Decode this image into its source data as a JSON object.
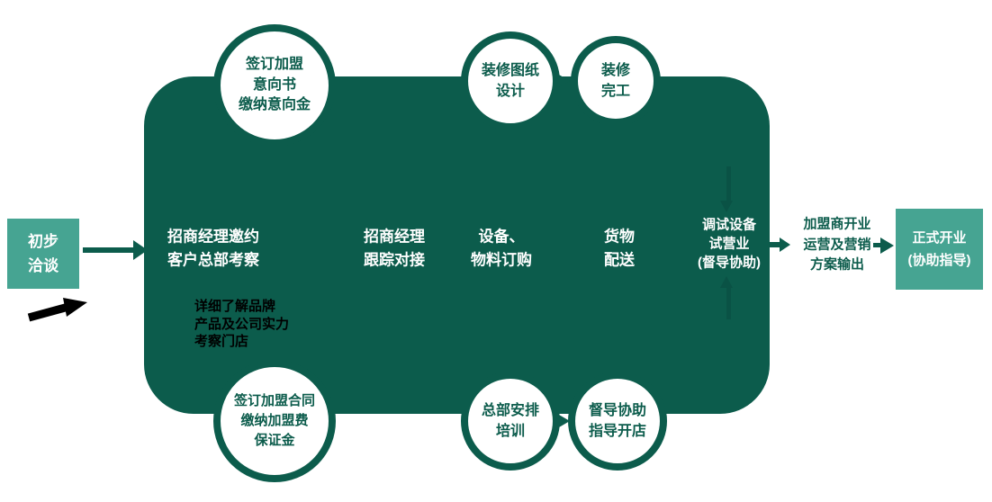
{
  "colors": {
    "accent_teal": "#46a492",
    "dark_teal": "#0c5c4c",
    "white": "#ffffff",
    "black_annotation": "#000000"
  },
  "flow": {
    "initial_box": {
      "lines": [
        "初步",
        "洽谈"
      ]
    },
    "main_labels": [
      {
        "lines": [
          "招商经理邀约",
          "客户总部考察"
        ]
      },
      {
        "lines": [
          "招商经理",
          "跟踪对接"
        ]
      },
      {
        "lines": [
          "设备、",
          "物料订购"
        ]
      },
      {
        "lines": [
          "货物",
          "配送"
        ]
      },
      {
        "lines": [
          "调试设备",
          "试营业",
          "(督导协助)"
        ]
      }
    ],
    "top_circles": [
      {
        "lines": [
          "签订加盟",
          "意向书",
          "缴纳意向金"
        ]
      },
      {
        "lines": [
          "装修图纸",
          "设计"
        ]
      },
      {
        "lines": [
          "装修",
          "完工"
        ]
      }
    ],
    "bottom_circles": [
      {
        "lines": [
          "签订加盟合同",
          "缴纳加盟费",
          "保证金"
        ]
      },
      {
        "lines": [
          "总部安排",
          "培训"
        ]
      },
      {
        "lines": [
          "督导协助",
          "指导开店"
        ]
      }
    ],
    "annotation": {
      "lines": [
        "详细了解品牌",
        "产品及公司实力",
        "考察门店"
      ]
    },
    "outcome_label": {
      "lines": [
        "加盟商开业",
        "运营及营销",
        "方案输出"
      ]
    },
    "final_box": {
      "lines": [
        "正式开业",
        "(协助指导)"
      ]
    }
  },
  "icons": {
    "right_arrow": "flow-arrow-right",
    "down_arrow": "flow-arrow-down",
    "up_arrow": "flow-arrow-up",
    "black_arrow": "black-annotation-arrow"
  }
}
